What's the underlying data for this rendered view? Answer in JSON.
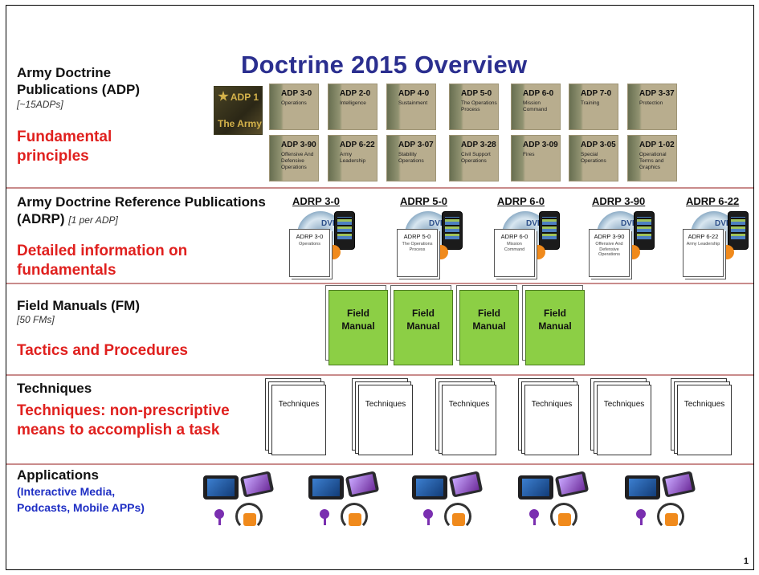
{
  "title": "Doctrine 2015 Overview",
  "page_number": "1",
  "adp": {
    "label_line1": "Army Doctrine",
    "label_line2": "Publications  (ADP)",
    "note": "[~15ADPs]",
    "description_line1": "Fundamental",
    "description_line2": "principles",
    "cover": {
      "code": "ADP 1",
      "subtitle": "The Army"
    },
    "tiles_row1": [
      {
        "code": "ADP 3-0",
        "subtitle": "Operations"
      },
      {
        "code": "ADP 2-0",
        "subtitle": "Intelligence"
      },
      {
        "code": "ADP 4-0",
        "subtitle": "Sustainment"
      },
      {
        "code": "ADP 5-0",
        "subtitle": "The Operations Process"
      },
      {
        "code": "ADP 6-0",
        "subtitle": "Mission Command"
      },
      {
        "code": "ADP 7-0",
        "subtitle": "Training"
      },
      {
        "code": "ADP 3-37",
        "subtitle": "Protection"
      }
    ],
    "tiles_row2": [
      {
        "code": "ADP 3-90",
        "subtitle": "Offensive And Defensive Operations"
      },
      {
        "code": "ADP 6-22",
        "subtitle": "Army Leadership"
      },
      {
        "code": "ADP 3-07",
        "subtitle": "Stability Operations"
      },
      {
        "code": "ADP 3-28",
        "subtitle": "Civil Support Operations"
      },
      {
        "code": "ADP 3-09",
        "subtitle": "Fires"
      },
      {
        "code": "ADP 3-05",
        "subtitle": "Special Operations"
      },
      {
        "code": "ADP 1-02",
        "subtitle": "Operational Terms and Graphics"
      }
    ]
  },
  "adrp": {
    "label_line1": "Army Doctrine  Reference Publications",
    "label_line2": "(ADRP)",
    "note": "[1 per ADP]",
    "description_line1": "Detailed information on",
    "description_line2": "fundamentals",
    "items": [
      {
        "code": "ADRP 3-0",
        "doc_code": "ADRP 3-0",
        "doc_subtitle": "Operations"
      },
      {
        "code": "ADRP 5-0",
        "doc_code": "ADRP 5-0",
        "doc_subtitle": "The Operations Process"
      },
      {
        "code": "ADRP 6-0",
        "doc_code": "ADRP 6-0",
        "doc_subtitle": "Mission Command"
      },
      {
        "code": "ADRP 3-90",
        "doc_code": "ADRP 3-90",
        "doc_subtitle": "Offensive And Defensive Operations"
      },
      {
        "code": "ADRP 6-22",
        "doc_code": "ADRP 6-22",
        "doc_subtitle": "Army Leadership"
      }
    ],
    "disc_label": "DVD"
  },
  "fm": {
    "label": "Field Manuals  (FM)",
    "note": "[50 FMs]",
    "description": "Tactics and Procedures",
    "book_line1": "Field",
    "book_line2": "Manual",
    "count": 4
  },
  "techniques": {
    "label": "Techniques",
    "description_line1": "Techniques: non-prescriptive",
    "description_line2": "means to accomplish a task",
    "doc_label": "Techniques",
    "count": 6
  },
  "applications": {
    "label": "Applications",
    "line1": "(Interactive Media,",
    "line2": "Podcasts, Mobile APPs)",
    "count": 5
  }
}
